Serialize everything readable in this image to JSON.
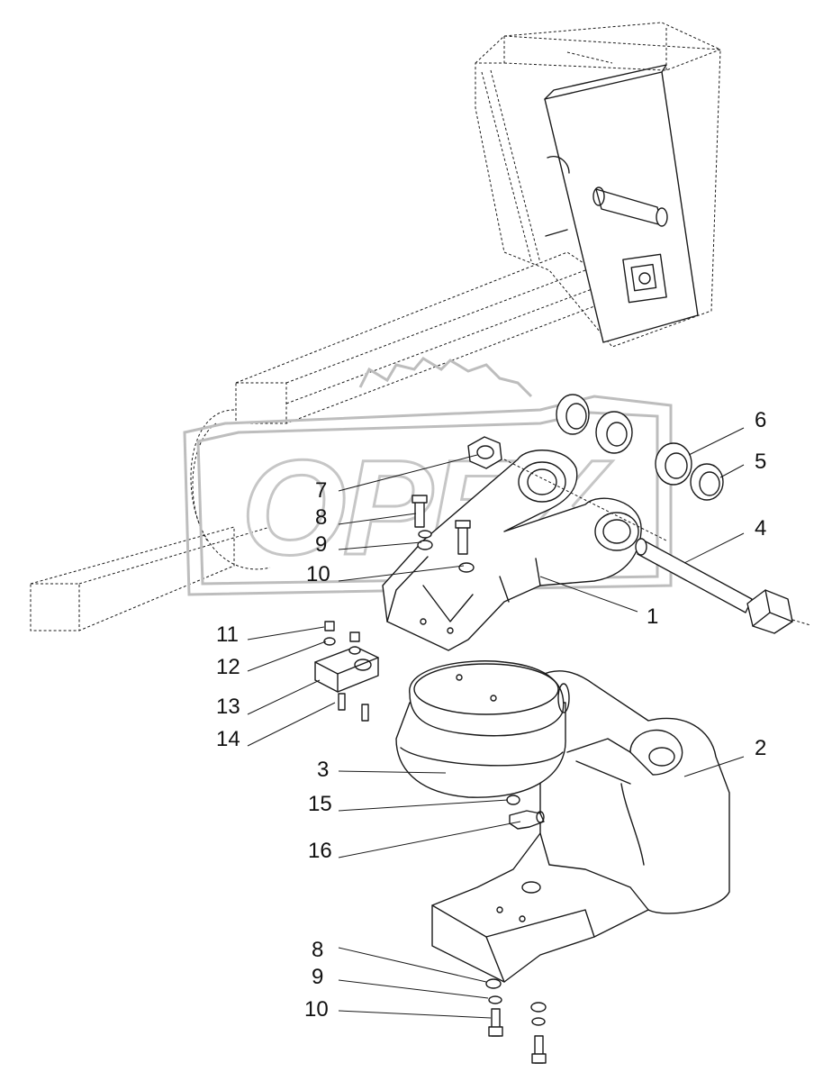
{
  "diagram": {
    "watermark_text": "OPEX",
    "callouts": [
      {
        "id": "c1",
        "label": "1"
      },
      {
        "id": "c2",
        "label": "2"
      },
      {
        "id": "c3",
        "label": "3"
      },
      {
        "id": "c4",
        "label": "4"
      },
      {
        "id": "c5",
        "label": "5"
      },
      {
        "id": "c6",
        "label": "6"
      },
      {
        "id": "c7",
        "label": "7"
      },
      {
        "id": "c8a",
        "label": "8"
      },
      {
        "id": "c9a",
        "label": "9"
      },
      {
        "id": "c10a",
        "label": "10"
      },
      {
        "id": "c11",
        "label": "11"
      },
      {
        "id": "c12",
        "label": "12"
      },
      {
        "id": "c13",
        "label": "13"
      },
      {
        "id": "c14",
        "label": "14"
      },
      {
        "id": "c15",
        "label": "15"
      },
      {
        "id": "c16",
        "label": "16"
      },
      {
        "id": "c8b",
        "label": "8"
      },
      {
        "id": "c9b",
        "label": "9"
      },
      {
        "id": "c10b",
        "label": "10"
      }
    ]
  }
}
